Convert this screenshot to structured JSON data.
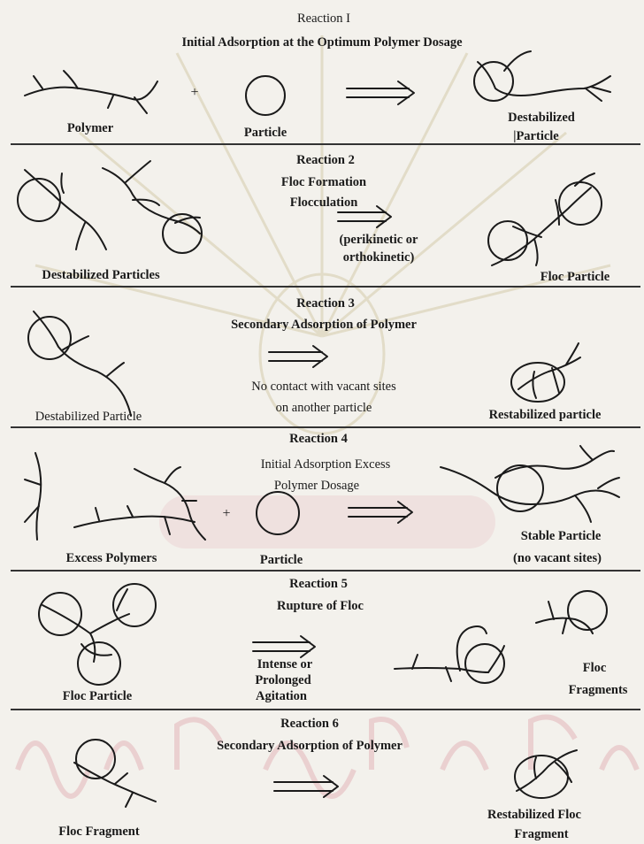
{
  "reaction1": {
    "title": "Reaction I",
    "subtitle": "Initial Adsorption at the Optimum Polymer Dosage",
    "polymer_label": "Polymer",
    "plus": "+",
    "particle_label": "Particle",
    "product_label_1": "Destabilized",
    "product_label_2": "|Particle"
  },
  "reaction2": {
    "title": "Reaction 2",
    "subtitle_1": "Floc Formation",
    "subtitle_2": "Flocculation",
    "note_1": "(perikinetic or",
    "note_2": "orthokinetic)",
    "reactant_label": "Destabilized Particles",
    "product_label": "Floc Particle"
  },
  "reaction3": {
    "title": "Reaction 3",
    "subtitle": "Secondary Adsorption of Polymer",
    "note_1": "No contact with vacant sites",
    "note_2": "on another particle",
    "reactant_label": "Destabilized Particle",
    "product_label": "Restabilized particle"
  },
  "reaction4": {
    "title": "Reaction 4",
    "subtitle_1": "Initial Adsorption Excess",
    "subtitle_2": "Polymer Dosage",
    "reactant_label": "Excess Polymers",
    "plus": "+",
    "particle_label": "Particle",
    "product_label_1": "Stable Particle",
    "product_label_2": "(no vacant sites)"
  },
  "reaction5": {
    "title": "Reaction 5",
    "subtitle": "Rupture of Floc",
    "note_1": "Intense or",
    "note_2": "Prolonged",
    "note_3": "Agitation",
    "reactant_label": "Floc Particle",
    "product_label_1": "Floc",
    "product_label_2": "Fragments"
  },
  "reaction6": {
    "title": "Reaction 6",
    "subtitle": "Secondary Adsorption of Polymer",
    "reactant_label": "Floc Fragment",
    "product_label_1": "Restabilized Floc",
    "product_label_2": "Fragment"
  }
}
